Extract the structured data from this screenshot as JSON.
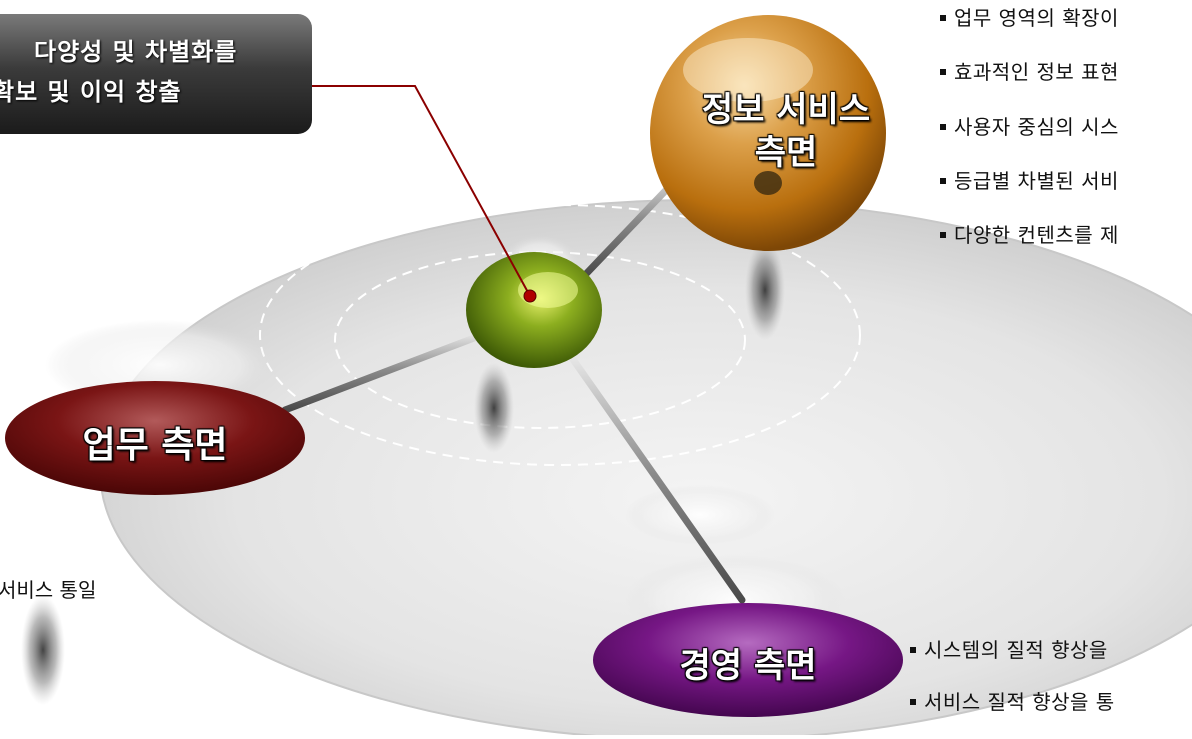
{
  "callout": {
    "line1": "다양성 및 차별화를",
    "line2": "확보 및 이익 창출"
  },
  "nodes": {
    "info_service": {
      "line1": "정보 서비스",
      "line2": "측면"
    },
    "business": "업무 측면",
    "management": "경영 측면"
  },
  "info_bullets": [
    "업무 영역의 확장이",
    "효과적인 정보 표현",
    "사용자 중심의 시스",
    "등급별 차별된 서비",
    "다양한 컨텐츠를 제"
  ],
  "business_text": "서비스 통일",
  "management_bullets": [
    "시스템의 질적 향상을",
    "서비스 질적 향상을 통"
  ],
  "colors": {
    "info_sphere": "#c07a12",
    "center_sphere": "#6b9a1a",
    "business_ellipse": "#6e0d0d",
    "management_ellipse": "#6e117e",
    "connector": "#8b0000"
  }
}
